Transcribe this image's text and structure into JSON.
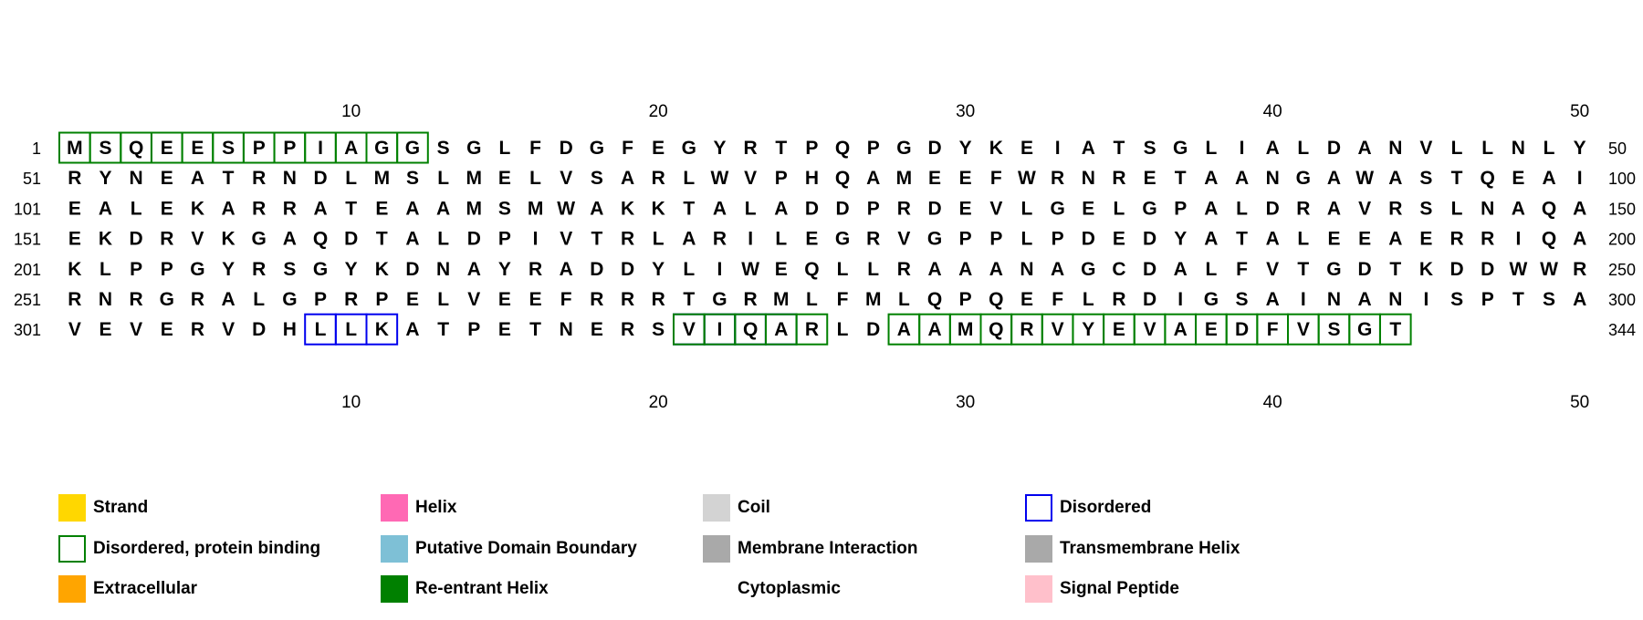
{
  "sequence": {
    "rows": [
      {
        "start": "1",
        "end": "50",
        "residues": "MSQEESPPIAGGSGLFDGFEGYRTPQPGDYKEIATSGLIALDANVLLNLY"
      },
      {
        "start": "51",
        "end": "100",
        "residues": "RYNEATRNDLMSLMELVSARLWVPHQAMEEFWRNRETAANGAWASTQEAI"
      },
      {
        "start": "101",
        "end": "150",
        "residues": "EALEKARRATEAAMSMWAKKTALADDPRDEVLGELGPALDRAVRSLNAQA"
      },
      {
        "start": "151",
        "end": "200",
        "residues": "EKDRVKGAQDTALDPIVTRLARILEGRVGPPLPDEDYATALEEAERRIQA"
      },
      {
        "start": "201",
        "end": "250",
        "residues": "KLPPGYRSGYKDNAYRADDYLIWEQLLRAAANAGCDALFVTGDTKDDWWR"
      },
      {
        "start": "251",
        "end": "300",
        "residues": "RNRGRALGPRPELVEEFRRRTGRMLFMLQPQEFLRDIGSAINANISPTSA"
      },
      {
        "start": "301",
        "end": "344",
        "residues": "VEVERVDHLLKATPETNERSVIQARLDAAMQRVYEVAEDFVSGT"
      }
    ],
    "ruler_labels": [
      "10",
      "20",
      "30",
      "40",
      "50"
    ],
    "regions": [
      {
        "type": "disordered-protein-binding",
        "row": 0,
        "from": 1,
        "to": 12
      },
      {
        "type": "disordered",
        "row": 6,
        "from": 9,
        "to": 11
      },
      {
        "type": "disordered",
        "row": 6,
        "from": 21,
        "to": 24
      },
      {
        "type": "disordered-protein-binding",
        "row": 6,
        "from": 21,
        "to": 25
      },
      {
        "type": "disordered-protein-binding",
        "row": 6,
        "from": 28,
        "to": 44
      }
    ]
  },
  "legend": {
    "items": [
      {
        "id": "strand",
        "label": "Strand",
        "fill": "#FFD700",
        "border": ""
      },
      {
        "id": "helix",
        "label": "Helix",
        "fill": "#FF69B4",
        "border": ""
      },
      {
        "id": "coil",
        "label": "Coil",
        "fill": "#D3D3D3",
        "border": ""
      },
      {
        "id": "disordered",
        "label": "Disordered",
        "fill": "",
        "border": "#0000EE"
      },
      {
        "id": "disordered-protein-binding",
        "label": "Disordered, protein binding",
        "fill": "",
        "border": "#008000"
      },
      {
        "id": "putative-domain-boundary",
        "label": "Putative Domain Boundary",
        "fill": "#7EC0D6",
        "border": ""
      },
      {
        "id": "membrane-interaction",
        "label": "Membrane Interaction",
        "fill": "#A9A9A9",
        "border": ""
      },
      {
        "id": "transmembrane-helix",
        "label": "Transmembrane Helix",
        "fill": "#A9A9A9",
        "border": ""
      },
      {
        "id": "extracellular",
        "label": "Extracellular",
        "fill": "#FFA500",
        "border": ""
      },
      {
        "id": "re-entrant-helix",
        "label": "Re-entrant Helix",
        "fill": "#008000",
        "border": ""
      },
      {
        "id": "cytoplasmic",
        "label": "Cytoplasmic",
        "fill": "",
        "border": ""
      },
      {
        "id": "signal-peptide",
        "label": "Signal Peptide",
        "fill": "#FFC0CB",
        "border": ""
      }
    ]
  }
}
